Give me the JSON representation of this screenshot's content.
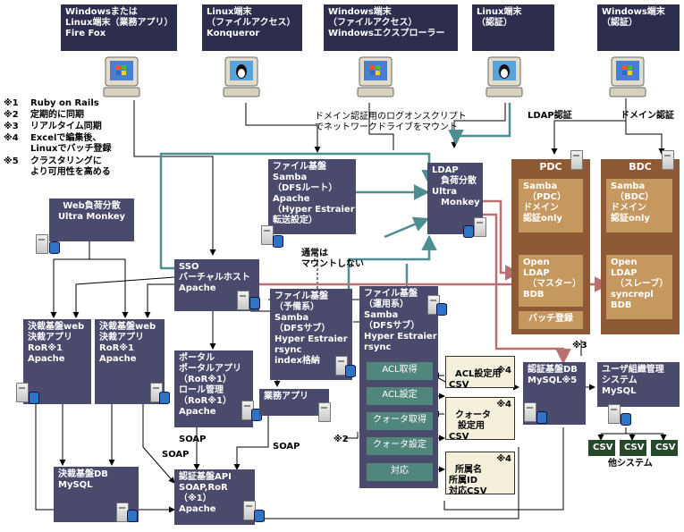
{
  "clients": [
    {
      "lines": "Windowsまたは\nLinux端末（業務アプリ）\nFire Fox"
    },
    {
      "lines": "Linux端末\n（ファイルアクセス）\nKonqueror"
    },
    {
      "lines": "Windows端末\n（ファイルアクセス）\nWindowsエクスプローラー"
    },
    {
      "lines": "Linux端末\n（認証）"
    },
    {
      "lines": "Windows端末\n（認証）"
    }
  ],
  "legend": [
    {
      "mark": "※1",
      "text": "Ruby on Rails"
    },
    {
      "mark": "※2",
      "text": "定期的に同期"
    },
    {
      "mark": "※3",
      "text": "リアルタイム同期"
    },
    {
      "mark": "※4",
      "text": "Excelで編集後、\nLinuxでバッチ登録"
    },
    {
      "mark": "※5",
      "text": "クラスタリングに\nより可用性を高める"
    }
  ],
  "notes": {
    "logon": "ドメイン認証用のログオンスクリプト\nでネットワークドライブをマウント",
    "ldap_auth": "LDAP認証",
    "domain_auth": "ドメイン認証",
    "no_mount": "通常は\nマウントしない",
    "soap1": "SOAP",
    "soap2": "SOAP",
    "soap3": "SOAP",
    "mark2": "※2",
    "mark3": "※3",
    "other_system": "他システム"
  },
  "boxes": {
    "web_lb": "Web負荷分散\nUltra Monkey",
    "sso": "SSO\nバーチャルホスト\nApache",
    "file_root": "ファイル基盤\nSamba\n（DFSルート）\nApache\n（Hyper Estraier\n転送設定）",
    "ldap_lb": "LDAP\n　負荷分散\nUltra\n　Monkey",
    "file_backup": "ファイル基盤\n（予備系）\nSamba\n（DFSサブ）\nHyper Estraier\nrsync\nindex格納",
    "file_ops": "ファイル基盤\n（運用系）\nSamba\n（DFSサブ）\nHyper Estraier\nrsync",
    "kessai1": "決裁基盤web\n決裁アプリ\nRoR※1\nApache",
    "kessai2": "決裁基盤web\n決裁アプリ\nRoR※1\nApache",
    "portal": "ポータル\nポータルアプリ\n（RoR※1）\nロール管理\n（RoR※1）\nApache",
    "gyomu": "業務アプリ",
    "kessai_db": "決裁基盤DB\nMySQL",
    "auth_api": "認証基盤API\nSOAP,RoR\n（※1）\nApache",
    "auth_db": "認証基盤DB\nMySQL※5",
    "user_mgmt": "ユーザ組織管理\nシステム\nMySQL",
    "pdc_title": "PDC",
    "bdc_title": "BDC",
    "pdc_samba": "Samba\n　（PDC）\nドメイン\n認証only",
    "bdc_samba": "Samba\n　（BDC）\nドメイン\n認証only",
    "pdc_ldap": "Open\nLDAP\n　（マスター）\nBDB",
    "bdc_ldap": "Open\nLDAP\n　（スレーブ）\nsyncrepl\nBDB",
    "batch": "バッチ登録"
  },
  "ops": [
    "ACL取得",
    "ACL設定",
    "クォータ取得",
    "クォータ設定",
    "対応"
  ],
  "docs": [
    {
      "text": "ACL設定用\nCSV",
      "mark": "※4"
    },
    {
      "text": "クォータ\n　設定用\nCSV",
      "mark": "※4"
    },
    {
      "text": "所属名\n所属ID\n対応CSV",
      "mark": "※4"
    }
  ],
  "csv": [
    "CSV",
    "CSV",
    "CSV"
  ],
  "colors": {
    "box": "#4a4b6c",
    "top": "#2d2e4d",
    "brown": "#8e5a36",
    "green": "#51867c",
    "teal_line": "#4e8d92",
    "red_line": "#b87070"
  }
}
